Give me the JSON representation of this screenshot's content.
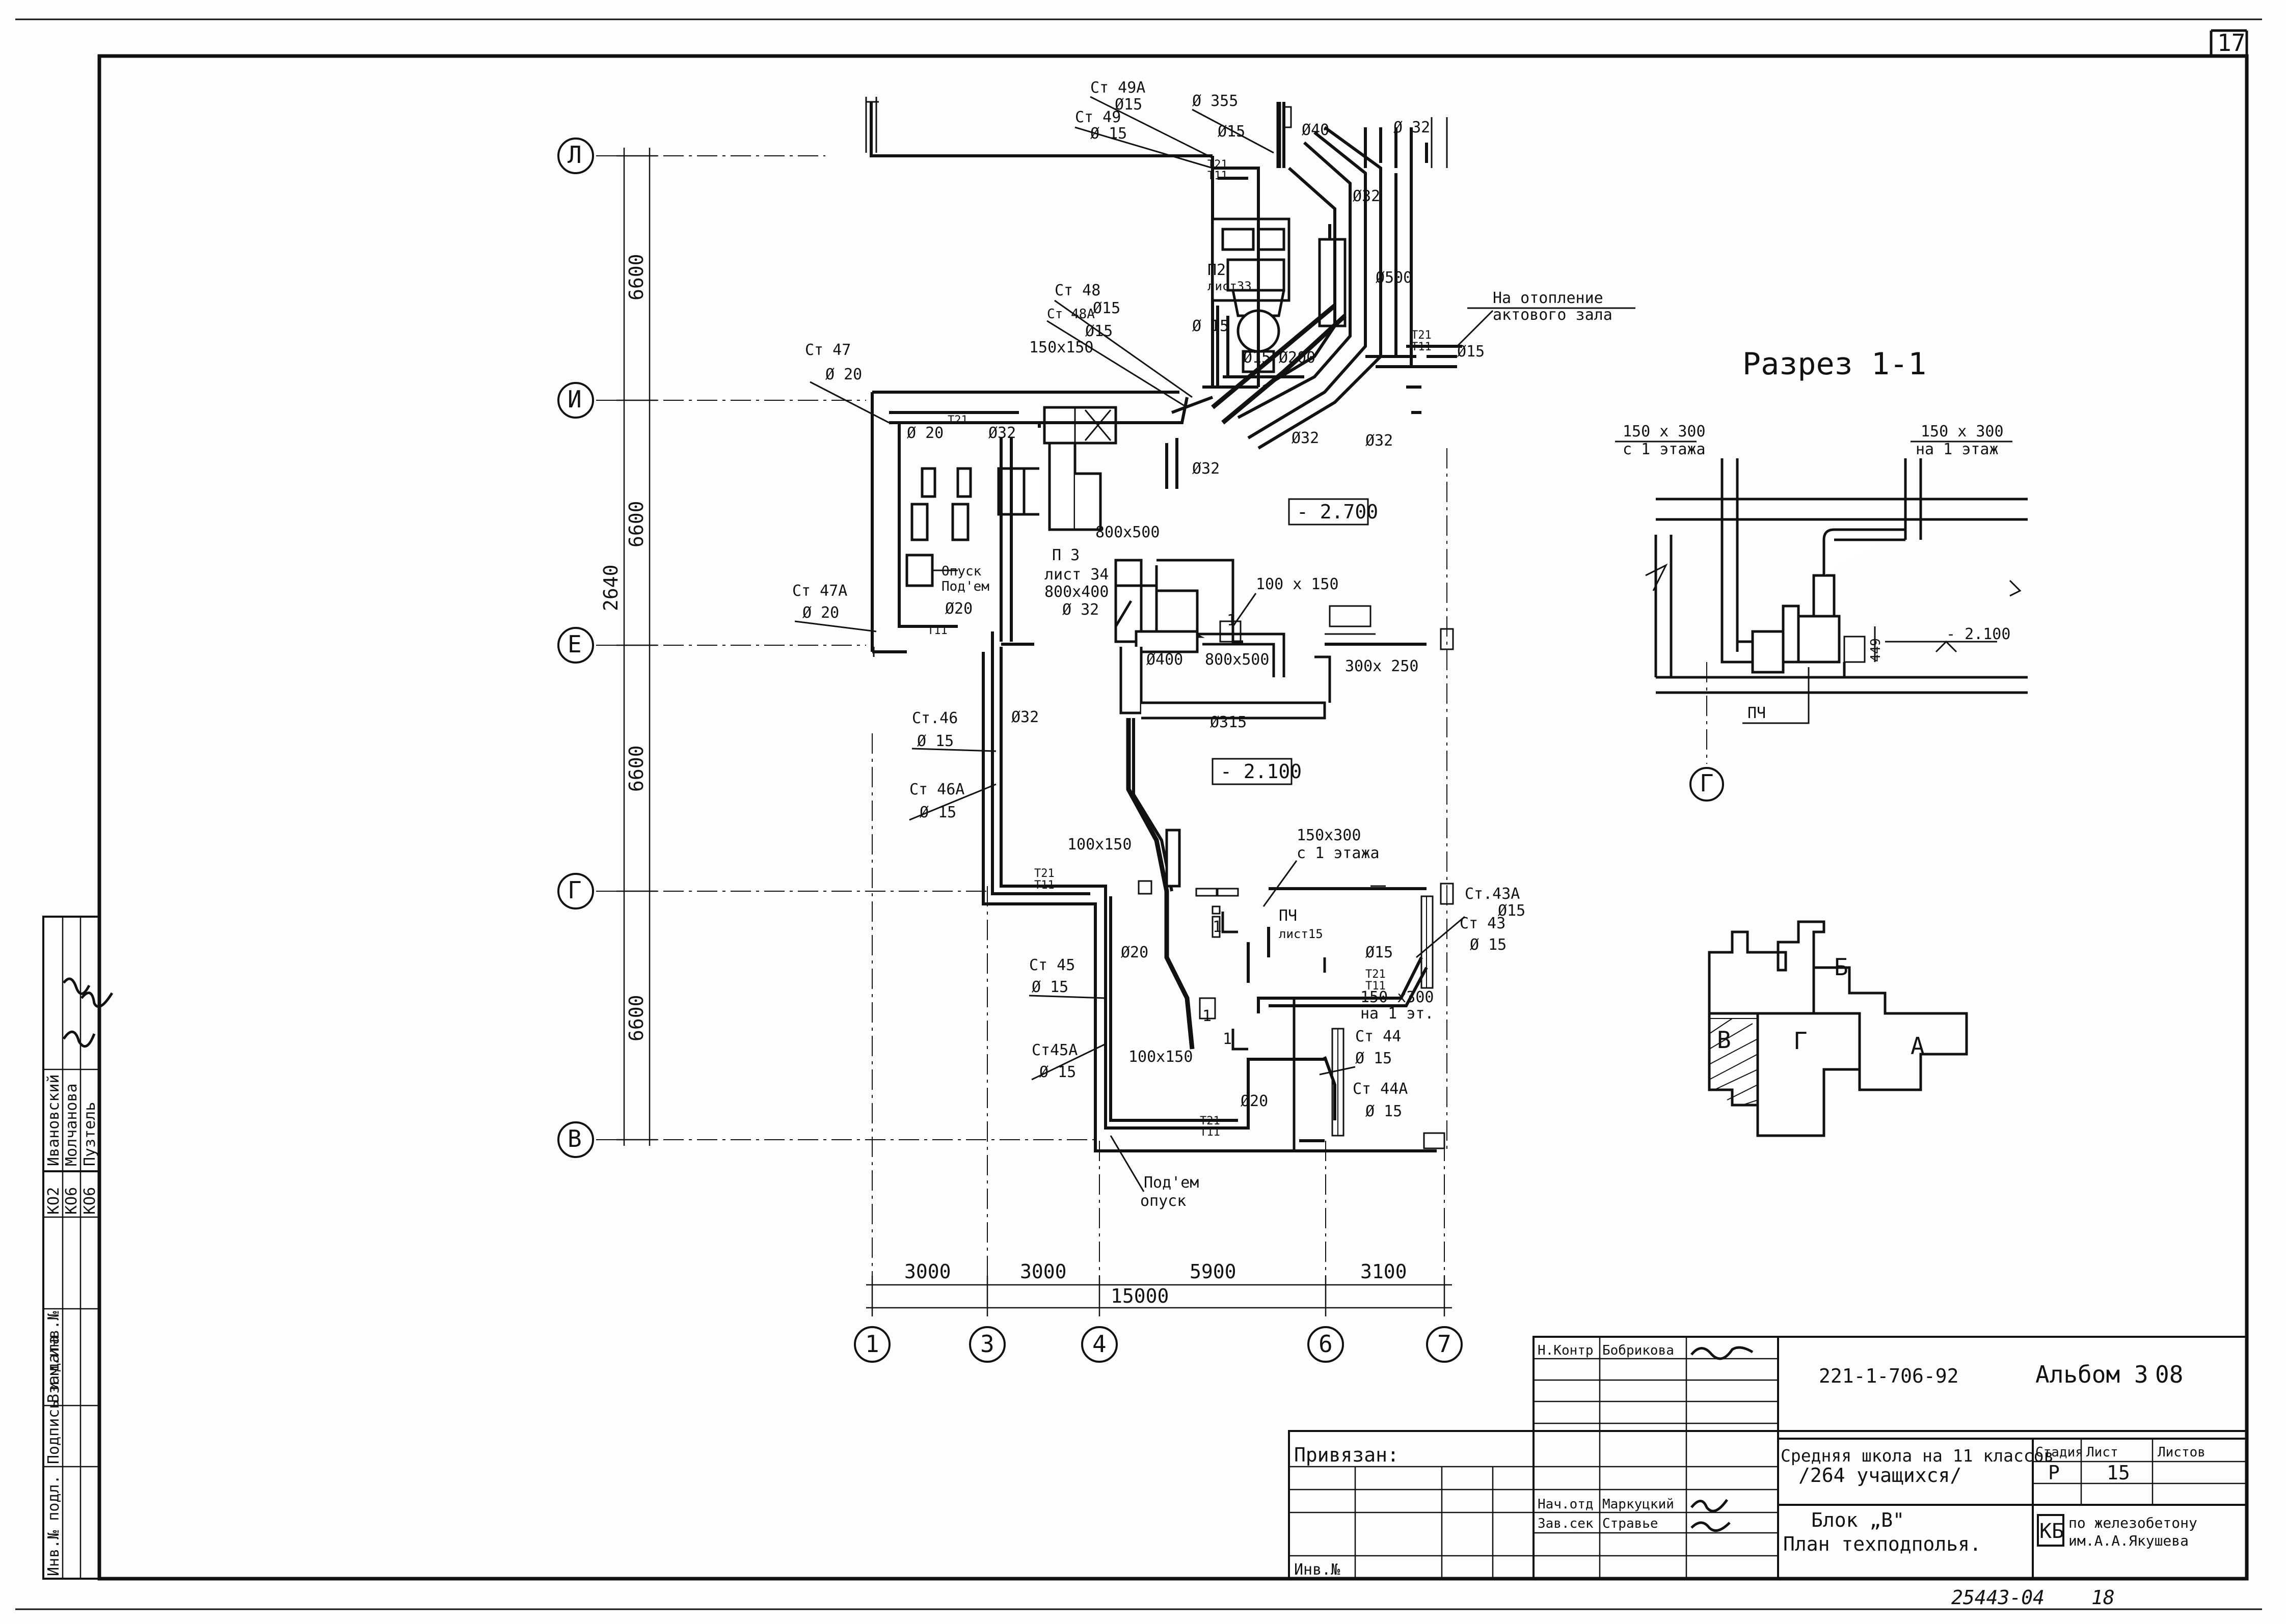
{
  "sheet": {
    "sheet_number": "17",
    "drawing_code": "221-1-706-92",
    "album": "Альбом 3",
    "album_no": "08",
    "stamp_bottom": "25443-04",
    "stamp_bottom_page": "18"
  },
  "plan": {
    "axes_rows": [
      "Л",
      "И",
      "Е",
      "Г",
      "В"
    ],
    "axes_cols": [
      "1",
      "3",
      "4",
      "6",
      "7"
    ],
    "dims_left": [
      "6600",
      "6600",
      "6600",
      "6600"
    ],
    "dim_total_left": "2640",
    "dims_bottom": [
      "3000",
      "3000",
      "5900",
      "3100"
    ],
    "dim_total_bottom": "15000",
    "levels": [
      "- 2.700",
      "- 2.100"
    ],
    "annotations": [
      {
        "id": "st49a",
        "text": "Ст 49А"
      },
      {
        "id": "st49a_d",
        "text": "Ø15"
      },
      {
        "id": "st49",
        "text": "Ст 49"
      },
      {
        "id": "st49_d",
        "text": "Ø 15"
      },
      {
        "id": "d355",
        "text": "Ø 355"
      },
      {
        "id": "d15a",
        "text": "Ø15"
      },
      {
        "id": "d40",
        "text": "Ø40"
      },
      {
        "id": "d32a",
        "text": "Ø 32"
      },
      {
        "id": "d32b",
        "text": "Ø32"
      },
      {
        "id": "p2",
        "text": "П2"
      },
      {
        "id": "p2list",
        "text": "лист33"
      },
      {
        "id": "d500",
        "text": "Ø500"
      },
      {
        "id": "heating1",
        "text": "На отопление"
      },
      {
        "id": "heating2",
        "text": "актового зала"
      },
      {
        "id": "st48",
        "text": "Ст 48"
      },
      {
        "id": "st48a",
        "text": "Ст 48А"
      },
      {
        "id": "st48a_d",
        "text": "Ø15"
      },
      {
        "id": "st48_d",
        "text": "Ø15"
      },
      {
        "id": "d15b",
        "text": "Ø 15"
      },
      {
        "id": "d15c",
        "text": "Ø15"
      },
      {
        "id": "d200",
        "text": "Ø200"
      },
      {
        "id": "duct150",
        "text": "150х150"
      },
      {
        "id": "d15d",
        "text": "Ø15"
      },
      {
        "id": "st47",
        "text": "Ст 47"
      },
      {
        "id": "st47_d",
        "text": "Ø 20"
      },
      {
        "id": "d20a",
        "text": "Ø 20"
      },
      {
        "id": "d32c",
        "text": "Ø32"
      },
      {
        "id": "d32d",
        "text": "Ø32"
      },
      {
        "id": "d32e",
        "text": "Ø32"
      },
      {
        "id": "d32f",
        "text": "Ø32"
      },
      {
        "id": "duct800",
        "text": "800х500"
      },
      {
        "id": "p3",
        "text": "П 3"
      },
      {
        "id": "p3list",
        "text": "лист 34"
      },
      {
        "id": "duct800b",
        "text": "800х400"
      },
      {
        "id": "opusk",
        "text": "Опуск"
      },
      {
        "id": "podem",
        "text": "Под'ем"
      },
      {
        "id": "d20b",
        "text": "Ø20"
      },
      {
        "id": "st47a",
        "text": "Ст 47А"
      },
      {
        "id": "st47a_d",
        "text": "Ø 20"
      },
      {
        "id": "d32g",
        "text": "Ø 32"
      },
      {
        "id": "duct100",
        "text": "100 х 150"
      },
      {
        "id": "d400",
        "text": "Ø400"
      },
      {
        "id": "duct800c",
        "text": "800х500"
      },
      {
        "id": "duct300",
        "text": "300х 250"
      },
      {
        "id": "d315",
        "text": "Ø315"
      },
      {
        "id": "st46",
        "text": "Ст.46"
      },
      {
        "id": "st46_d",
        "text": "Ø 15"
      },
      {
        "id": "d32h",
        "text": "Ø32"
      },
      {
        "id": "st46a",
        "text": "Ст 46А"
      },
      {
        "id": "st46a_d",
        "text": "Ø 15"
      },
      {
        "id": "duct100b",
        "text": "100х150"
      },
      {
        "id": "duct150300",
        "text": "150х300"
      },
      {
        "id": "floor1",
        "text": "с 1 этажа"
      },
      {
        "id": "pch",
        "text": "ПЧ"
      },
      {
        "id": "pchlist",
        "text": "лист15"
      },
      {
        "id": "d15e",
        "text": "Ø15"
      },
      {
        "id": "duct150300b",
        "text": "150 х300"
      },
      {
        "id": "floor1b",
        "text": "на 1 эт."
      },
      {
        "id": "st43a",
        "text": "Ст.43А"
      },
      {
        "id": "st43a_d",
        "text": "Ø15"
      },
      {
        "id": "st43",
        "text": "Ст 43"
      },
      {
        "id": "st43_d",
        "text": "Ø 15"
      },
      {
        "id": "st45",
        "text": "Ст 45"
      },
      {
        "id": "st45_d",
        "text": "Ø 15"
      },
      {
        "id": "d20c",
        "text": "Ø20"
      },
      {
        "id": "st45a",
        "text": "Ст45А"
      },
      {
        "id": "st45a_d",
        "text": "Ø 15"
      },
      {
        "id": "duct100c",
        "text": "100х150"
      },
      {
        "id": "st44",
        "text": "Ст 44"
      },
      {
        "id": "st44_d",
        "text": "Ø 15"
      },
      {
        "id": "st44a",
        "text": "Ст 44А"
      },
      {
        "id": "st44a_d",
        "text": "Ø 15"
      },
      {
        "id": "d20d",
        "text": "Ø20"
      },
      {
        "id": "podem2",
        "text": "Под'ем"
      },
      {
        "id": "opusk2",
        "text": "опуск"
      }
    ],
    "pipe_tags": [
      "Т21",
      "Т11",
      "Т21",
      "Т11",
      "Т21",
      "Т11",
      "Т21",
      "Т11",
      "Т21",
      "Т11",
      "Т21",
      "Т11"
    ],
    "section_marks": [
      "1",
      "1",
      "1",
      "1"
    ]
  },
  "section": {
    "title": "Разрез 1-1",
    "left_duct": "150 х 300",
    "left_floor": "с 1 этажа",
    "right_duct": "150 х 300",
    "right_floor": "на 1 этаж",
    "level": "- 2.100",
    "dim": "449",
    "unit_tag": "ПЧ",
    "axis": "Г"
  },
  "keyplan": {
    "blocks": [
      "Б",
      "В",
      "Г",
      "А"
    ]
  },
  "side_stamp": {
    "rows": [
      {
        "code": "КО2",
        "name": "Ивановский"
      },
      {
        "code": "КО6",
        "name": "Молчанова"
      },
      {
        "code": "КО6",
        "name": "Пузтель"
      }
    ],
    "vertical_labels": [
      "Инв.№ подл.",
      "Подпись и дата",
      "Взам.инв.№"
    ]
  },
  "title_block": {
    "n_kontr_label": "Н.Контр",
    "n_kontr_name": "Бобрикова",
    "nach_otd_label": "Нач.отд",
    "nach_otd_name": "Маркуцкий",
    "zav_sek_label": "Зав.сек",
    "zav_sek_name": "Стравье",
    "privyazan": "Привязан:",
    "inv_no": "Инв.№",
    "project_line1": "Средняя школа на 11 классов",
    "project_line2": "/264 учащихся/",
    "sheet_line1": "Блок „В\"",
    "sheet_line2": "План техподполья.",
    "stage_label": "Стадия",
    "list_label": "Лист",
    "lists_label": "Листов",
    "stage": "Р",
    "list": "15",
    "lists": "",
    "org_logo": "КБ",
    "org_line1": "по железобетону",
    "org_line2": "им.А.А.Якушева"
  }
}
